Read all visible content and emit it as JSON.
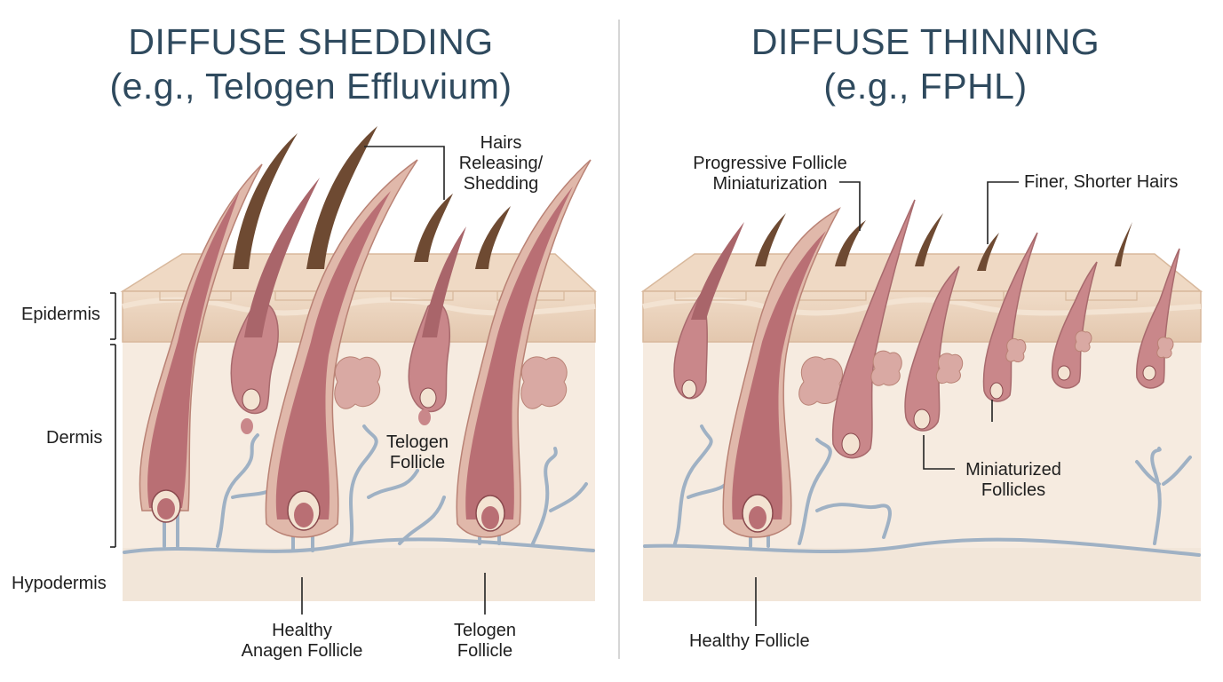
{
  "colors": {
    "background": "#ffffff",
    "title": "#2f4a5e",
    "epidermis": "#ead3bd",
    "dermis": "#f4e6d8",
    "hypodermis": "#f2e6d9",
    "follicle": "#b96f74",
    "follicle_sheath": "#e0b8aa",
    "hair_shaft": "#6e4a32",
    "vessel": "#9fb1c4",
    "leader": "#222222"
  },
  "left_panel": {
    "title_line1": "DIFFUSE SHEDDING",
    "title_line2": "(e.g., Telogen Effluvium)",
    "labels": {
      "epidermis": "Epidermis",
      "dermis": "Dermis",
      "hypodermis": "Hypodermis",
      "hairs_releasing": [
        "Hairs",
        "Releasing/",
        "Shedding"
      ],
      "telogen_follicle_inner": [
        "Telogen",
        "Follicle"
      ],
      "healthy_anagen": [
        "Healthy",
        "Anagen Follicle"
      ],
      "telogen_follicle_bottom": [
        "Telogen",
        "Follicle"
      ]
    }
  },
  "right_panel": {
    "title_line1": "DIFFUSE THINNING",
    "title_line2": "(e.g., FPHL)",
    "labels": {
      "progressive_miniaturization": [
        "Progressive Follicle",
        "Miniaturization"
      ],
      "finer_shorter": "Finer, Shorter Hairs",
      "miniaturized_follicles": [
        "Miniaturized",
        "Follicles"
      ],
      "healthy_follicle": "Healthy Follicle"
    }
  }
}
